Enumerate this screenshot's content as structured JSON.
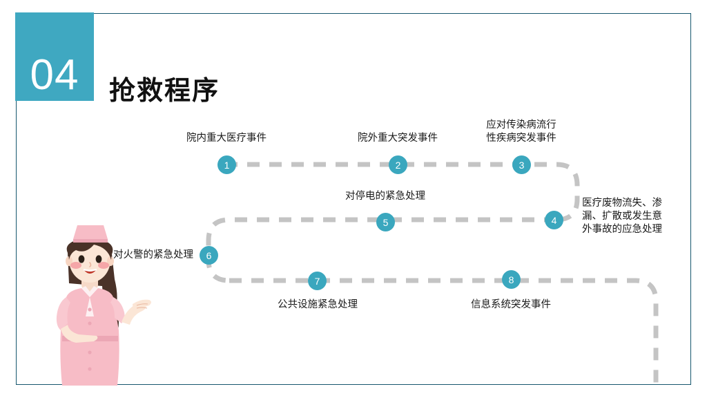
{
  "slide": {
    "section_number": "04",
    "title": "抢救程序",
    "accent_color": "#3fa8c1",
    "node_color": "#3aa7be",
    "frame_color": "#15566d",
    "path_color": "#c4c4c4"
  },
  "flow": {
    "nodes": [
      {
        "id": "1",
        "number": "1",
        "label": "院内重大医疗事件",
        "label_align": "center",
        "label_position": "above"
      },
      {
        "id": "2",
        "number": "2",
        "label": "院外重大突发事件",
        "label_align": "center",
        "label_position": "above"
      },
      {
        "id": "3",
        "number": "3",
        "label": "应对传染病流行\n性疾病突发事件",
        "label_align": "center",
        "label_position": "above"
      },
      {
        "id": "4",
        "number": "4",
        "label": "医疗废物流失、渗\n漏、扩散或发生意\n外事故的应急处理",
        "label_align": "left",
        "label_position": "right"
      },
      {
        "id": "5",
        "number": "5",
        "label": "对停电的紧急处理",
        "label_align": "center",
        "label_position": "above"
      },
      {
        "id": "6",
        "number": "6",
        "label": "对火警的紧急处理",
        "label_align": "right",
        "label_position": "left"
      },
      {
        "id": "7",
        "number": "7",
        "label": "公共设施紧急处理",
        "label_align": "center",
        "label_position": "below"
      },
      {
        "id": "8",
        "number": "8",
        "label": "信息系统突发事件",
        "label_align": "center",
        "label_position": "below"
      }
    ]
  },
  "illustration": {
    "name": "nurse-character",
    "description": "卡通护士",
    "uniform_color": "#f7bcc6",
    "uniform_shadow": "#eca7b5",
    "skin_color": "#fbe2d4",
    "hair_color": "#4a3228",
    "blush_color": "#f39098"
  }
}
